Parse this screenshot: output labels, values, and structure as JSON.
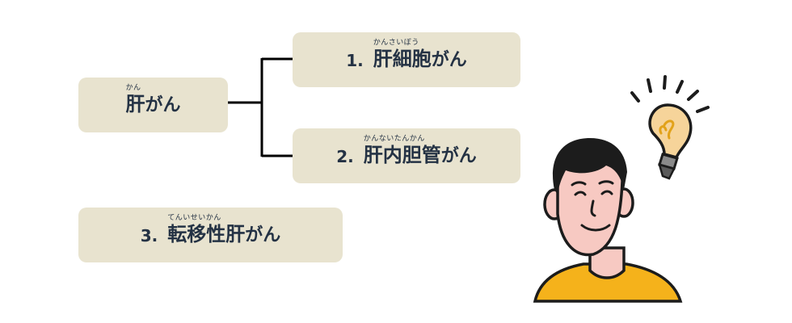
{
  "root": {
    "term": "肝がん",
    "kanji": "肝",
    "kana": "がん",
    "ruby": "かん"
  },
  "branches": [
    {
      "num": "1.",
      "kanji": "肝細胞",
      "kana": "がん",
      "ruby": "かんさいぼう"
    },
    {
      "num": "2.",
      "kanji": "肝内胆管",
      "kana": "がん",
      "ruby": "かんないたんかん"
    }
  ],
  "separate": {
    "num": "3.",
    "kanji": "転移性肝",
    "kana": "がん",
    "ruby": "てんいせいかん"
  },
  "colors": {
    "box": "#e8e3cf",
    "text": "#243244",
    "line": "#000000",
    "shirt": "#f5b21b",
    "skin": "#f7c9c2",
    "bulb": "#f6d49a"
  }
}
